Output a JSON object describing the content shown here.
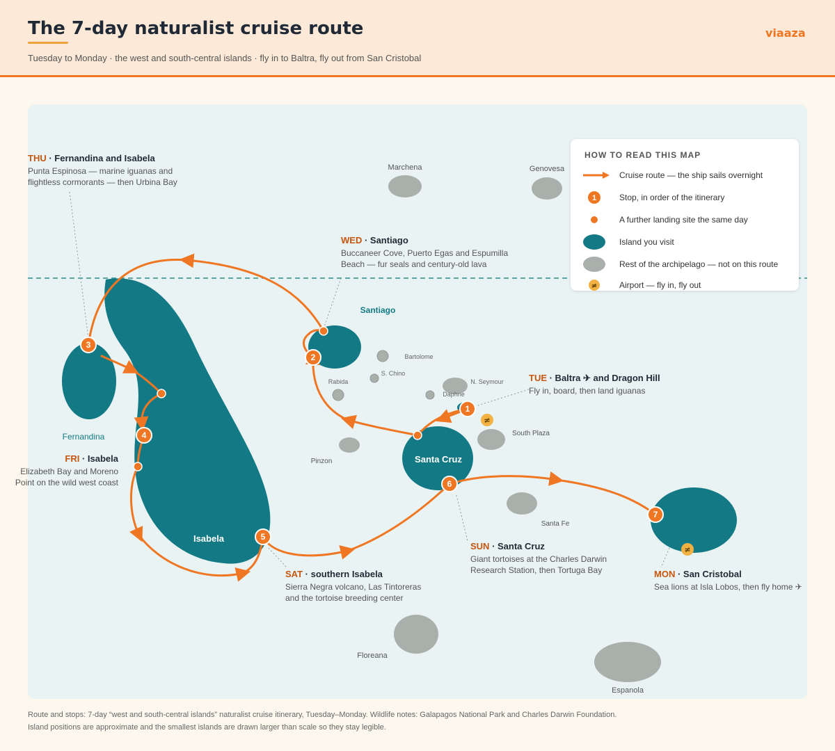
{
  "header": {
    "title": "The 7-day naturalist cruise route",
    "subtitle": "Tuesday to Monday · the west and south-central islands · fly in to Baltra, fly out from San Cristobal",
    "brand": "viaaza"
  },
  "legend": {
    "title": "HOW TO READ THIS MAP",
    "items": [
      {
        "symbol": "route-arrow",
        "label": "Cruise route — the ship sails overnight"
      },
      {
        "symbol": "stop-number",
        "label": "Stop, in order of the itinerary",
        "sample": "1"
      },
      {
        "symbol": "landing-dot",
        "label": "A further landing site the same day"
      },
      {
        "symbol": "island-visit",
        "label": "Island you visit"
      },
      {
        "symbol": "island-other",
        "label": "Rest of the archipelago — not on this route"
      },
      {
        "symbol": "airport-icon",
        "label": "Airport — fly in, fly out"
      }
    ]
  },
  "colors": {
    "route": "#ef7622",
    "visited_island": "#137a85",
    "other_island": "#a9b0ab",
    "sea": "#e9f3f3",
    "airport": "#f2b243",
    "day_label": "#c7560f"
  },
  "islands": {
    "visited": {
      "isabela": "Isabela",
      "santa_cruz": "Santa Cruz",
      "santiago": "Santiago",
      "fernandina": "Fernandina"
    },
    "other": {
      "marchena": "Marchena",
      "genovesa": "Genovesa",
      "bartolome": "Bartolome",
      "s_chino": "S. Chino",
      "rabida": "Rabida",
      "n_seymour": "N. Seymour",
      "daphne": "Daphne",
      "south_plaza": "South Plaza",
      "pinzon": "Pinzon",
      "santa_fe": "Santa Fe",
      "floreana": "Floreana",
      "espanola": "Espanola"
    }
  },
  "stops": [
    {
      "num": "1",
      "day": "TUE",
      "place": "Baltra ✈ and Dragon Hill",
      "desc": [
        "Fly in, board, then land iguanas"
      ]
    },
    {
      "num": "2",
      "day": "WED",
      "place": "Santiago",
      "desc": [
        "Buccaneer Cove, Puerto Egas and Espumilla",
        "Beach — fur seals and century-old lava"
      ]
    },
    {
      "num": "3",
      "day": "THU",
      "place": "Fernandina and Isabela",
      "desc": [
        "Punta Espinosa — marine iguanas and",
        "flightless cormorants — then Urbina Bay"
      ]
    },
    {
      "num": "4",
      "day": "FRI",
      "place": "Isabela",
      "desc": [
        "Elizabeth Bay and Moreno",
        "Point on the wild west coast"
      ]
    },
    {
      "num": "5",
      "day": "SAT",
      "place": "southern Isabela",
      "desc": [
        "Sierra Negra volcano, Las Tintoreras",
        "and the tortoise breeding center"
      ]
    },
    {
      "num": "6",
      "day": "SUN",
      "place": "Santa Cruz",
      "desc": [
        "Giant tortoises at the Charles Darwin",
        "Research Station, then Tortuga Bay"
      ]
    },
    {
      "num": "7",
      "day": "MON",
      "place": "San Cristobal",
      "desc": [
        "Sea lions at Isla Lobos, then fly home ✈"
      ]
    }
  ],
  "footer": {
    "line1": "Route and stops: 7-day “west and south-central islands” naturalist cruise itinerary, Tuesday–Monday. Wildlife notes: Galapagos National Park and Charles Darwin Foundation.",
    "line2": "Island positions are approximate and the smallest islands are drawn larger than scale so they stay legible."
  }
}
